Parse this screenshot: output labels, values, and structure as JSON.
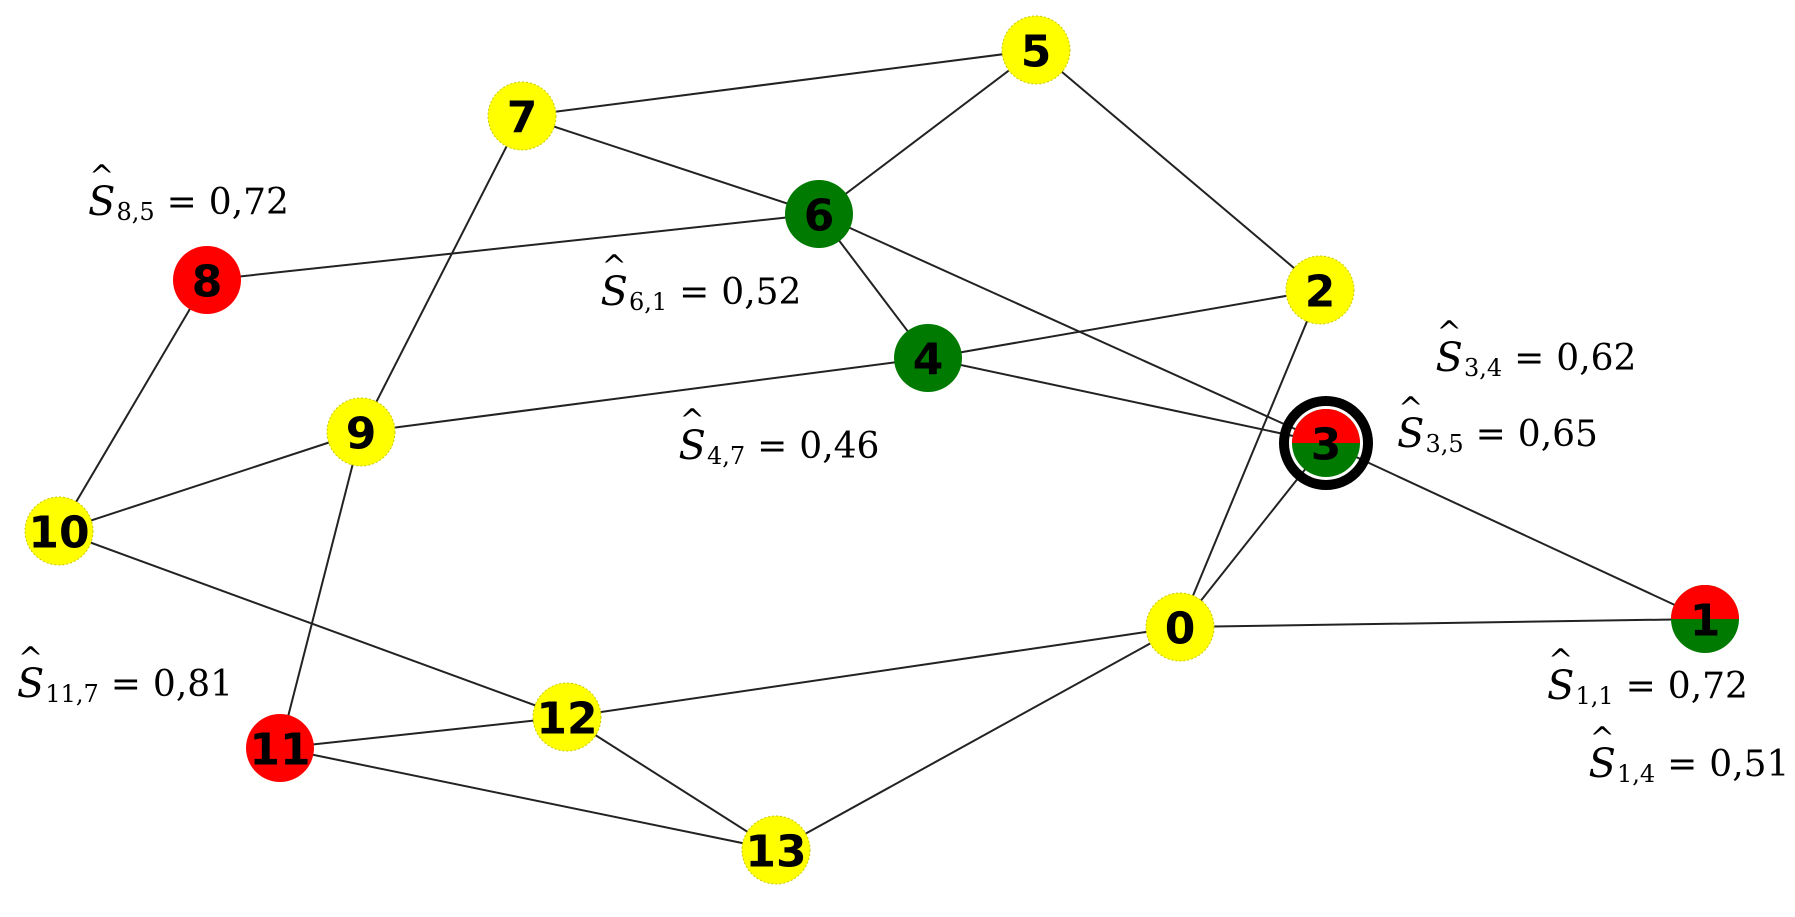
{
  "colors": {
    "yellow": "#ffff00",
    "red": "#ff0000",
    "green": "#007a00",
    "edge": "#222222",
    "ring": "#000000"
  },
  "nodes": [
    {
      "id": "0",
      "fill": "yellow"
    },
    {
      "id": "1",
      "fill": "red-green"
    },
    {
      "id": "2",
      "fill": "yellow"
    },
    {
      "id": "3",
      "fill": "red-green",
      "highlighted": true
    },
    {
      "id": "4",
      "fill": "green"
    },
    {
      "id": "5",
      "fill": "yellow"
    },
    {
      "id": "6",
      "fill": "green"
    },
    {
      "id": "7",
      "fill": "yellow"
    },
    {
      "id": "8",
      "fill": "red"
    },
    {
      "id": "9",
      "fill": "yellow"
    },
    {
      "id": "10",
      "fill": "yellow"
    },
    {
      "id": "11",
      "fill": "red"
    },
    {
      "id": "12",
      "fill": "yellow"
    },
    {
      "id": "13",
      "fill": "yellow"
    }
  ],
  "edges": [
    [
      "7",
      "5"
    ],
    [
      "7",
      "6"
    ],
    [
      "6",
      "5"
    ],
    [
      "5",
      "2"
    ],
    [
      "8",
      "6"
    ],
    [
      "6",
      "4"
    ],
    [
      "6",
      "3"
    ],
    [
      "4",
      "2"
    ],
    [
      "4",
      "3"
    ],
    [
      "4",
      "9"
    ],
    [
      "9",
      "7"
    ],
    [
      "8",
      "10"
    ],
    [
      "10",
      "9"
    ],
    [
      "10",
      "12"
    ],
    [
      "9",
      "11"
    ],
    [
      "11",
      "12"
    ],
    [
      "11",
      "13"
    ],
    [
      "12",
      "0"
    ],
    [
      "12",
      "13"
    ],
    [
      "13",
      "0"
    ],
    [
      "0",
      "2"
    ],
    [
      "0",
      "3"
    ],
    [
      "0",
      "1"
    ],
    [
      "3",
      "1"
    ]
  ],
  "labels": [
    {
      "symbol": "S",
      "sub": "8,5",
      "value": "0,72",
      "color": "red"
    },
    {
      "symbol": "S",
      "sub": "6,1",
      "value": "0,52",
      "color": "green"
    },
    {
      "symbol": "S",
      "sub": "4,7",
      "value": "0,46",
      "color": "green"
    },
    {
      "symbol": "S",
      "sub": "3,4",
      "value": "0,62",
      "color": "red"
    },
    {
      "symbol": "S",
      "sub": "3,5",
      "value": "0,65",
      "color": "green"
    },
    {
      "symbol": "S",
      "sub": "11,7",
      "value": "0,81",
      "color": "red"
    },
    {
      "symbol": "S",
      "sub": "1,1",
      "value": "0,72",
      "color": "red"
    },
    {
      "symbol": "S",
      "sub": "1,4",
      "value": "0,51",
      "color": "green"
    }
  ]
}
